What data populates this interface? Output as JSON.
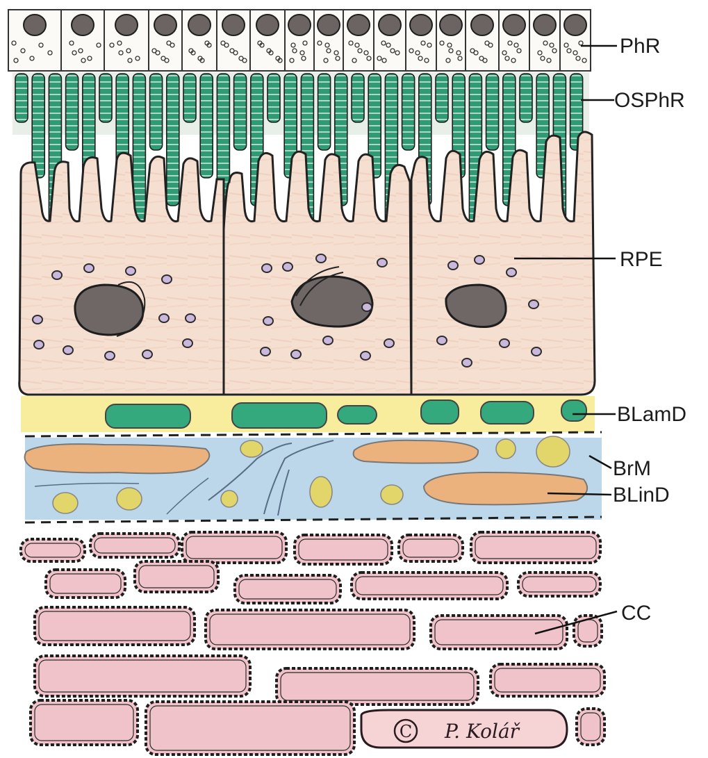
{
  "labels": {
    "phr": "PhR",
    "osphr": "OSPhR",
    "rpe": "RPE",
    "blamd": "BLamD",
    "brm": "BrM",
    "blind": "BLinD",
    "cc": "CC"
  },
  "signature": "P. Kolář",
  "copyright_symbol": "C",
  "colors": {
    "photoreceptor_segments": "#2f9a74",
    "rpe_cytoplasm": "#f3ddd0",
    "nucleus": "#6e6766",
    "lipofuscin_granules": "#c9b7dc",
    "basal_laminar_deposit_layer": "#f7ed9d",
    "bruch_membrane": "#bcd7ea",
    "linear_deposit": "#ecb27e",
    "drusen_like_spots": "#e2d56a",
    "choriocapillaris": "#efc3c9",
    "outline": "#222222"
  }
}
